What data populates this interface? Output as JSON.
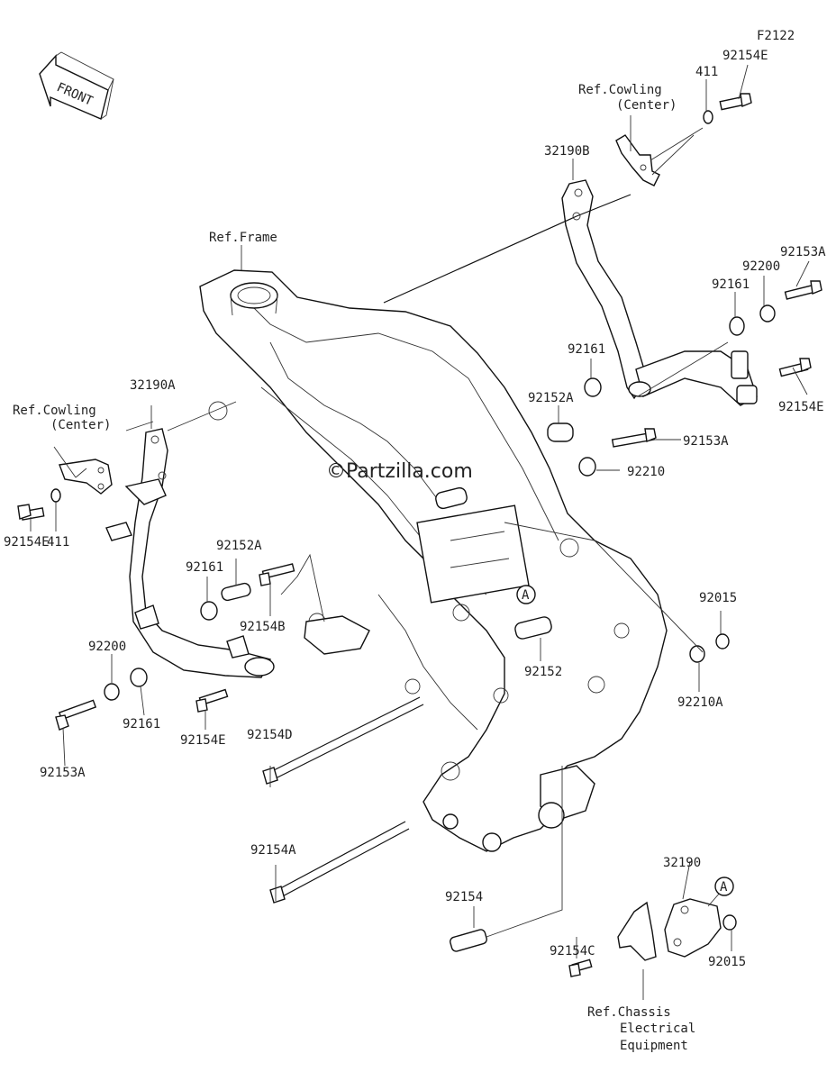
{
  "diagram": {
    "code": "F2122",
    "front_label": "FRONT",
    "watermark": "Partzilla.com",
    "watermark_symbol": "©",
    "circle_marker": "A",
    "refs": {
      "frame": "Ref.Frame",
      "cowling_top_1": "Ref.Cowling",
      "cowling_top_2": "(Center)",
      "cowling_left_1": "Ref.Cowling",
      "cowling_left_2": "(Center)",
      "chassis_1": "Ref.Chassis",
      "chassis_2": "Electrical",
      "chassis_3": "Equipment"
    },
    "parts": {
      "p411_top": "411",
      "p92154E_top": "92154E",
      "p32190B": "32190B",
      "p92153A_r1": "92153A",
      "p92200_r": "92200",
      "p92161_r1": "92161",
      "p92161_r2": "92161",
      "p92152A_r": "92152A",
      "p92154E_r": "92154E",
      "p92153A_r2": "92153A",
      "p92210": "92210",
      "p32190A": "32190A",
      "p92154E_l": "92154E",
      "p411_l": "411",
      "p92152A_l": "92152A",
      "p92161_l1": "92161",
      "p92154B": "92154B",
      "p92200_l": "92200",
      "p92161_l2": "92161",
      "p92153A_l": "92153A",
      "p92154E_l2": "92154E",
      "p92152": "92152",
      "p92015_r": "92015",
      "p92210A": "92210A",
      "p92154D": "92154D",
      "p92154A": "92154A",
      "p92154": "92154",
      "p32190": "32190",
      "p92154C": "92154C",
      "p92015_b": "92015"
    }
  }
}
